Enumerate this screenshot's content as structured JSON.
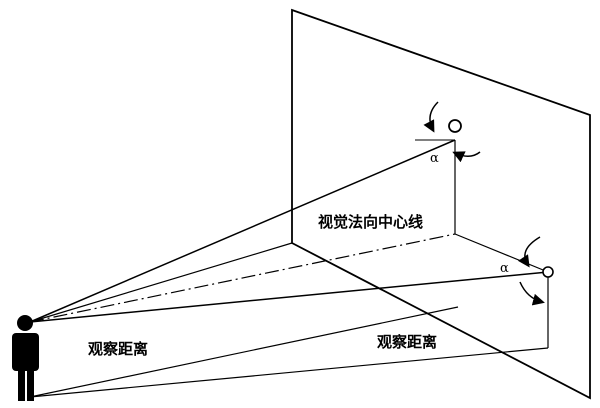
{
  "labels": {
    "normal_centerline": "视觉法向中心线",
    "viewing_distance_left": "观察距离",
    "viewing_distance_right": "观察距离",
    "angle_top": "α",
    "angle_bottom": "α"
  },
  "colors": {
    "line": "#000000",
    "figure": "#000000",
    "background": "#ffffff"
  },
  "icons": {
    "observer": "person-silhouette-icon",
    "rotation": "curved-arrow-icon"
  }
}
